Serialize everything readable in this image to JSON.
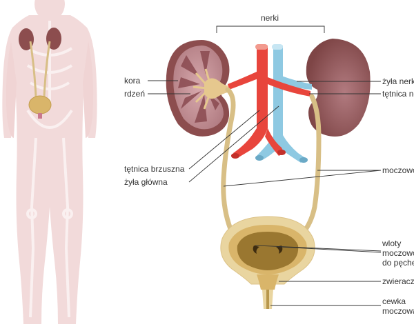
{
  "labels": {
    "kidneys": "nerki",
    "cortex": "kora",
    "medulla": "rdzeń",
    "abdominal_aorta": "tętnica brzuszna",
    "vena_cava": "żyła główna",
    "renal_vein": "żyła nerkowa",
    "renal_artery": "tętnica nerkowa",
    "ureters": "moczowody",
    "ureter_openings_line1": "wloty",
    "ureter_openings_line2": "moczowodów",
    "ureter_openings_line3": "do pęcherza",
    "sphincter": "zwieracz",
    "urethra_line1": "cewka",
    "urethra_line2": "moczowa"
  },
  "colors": {
    "body_silhouette": "#f2dada",
    "body_skeleton": "#f8ecec",
    "kidney": "#8c4d4e",
    "artery": "#e8453c",
    "vein": "#8ec9e2",
    "ureter": "#d8bf86",
    "bladder_outer": "#e9d5a0",
    "bladder_inner": "#9a7730"
  }
}
